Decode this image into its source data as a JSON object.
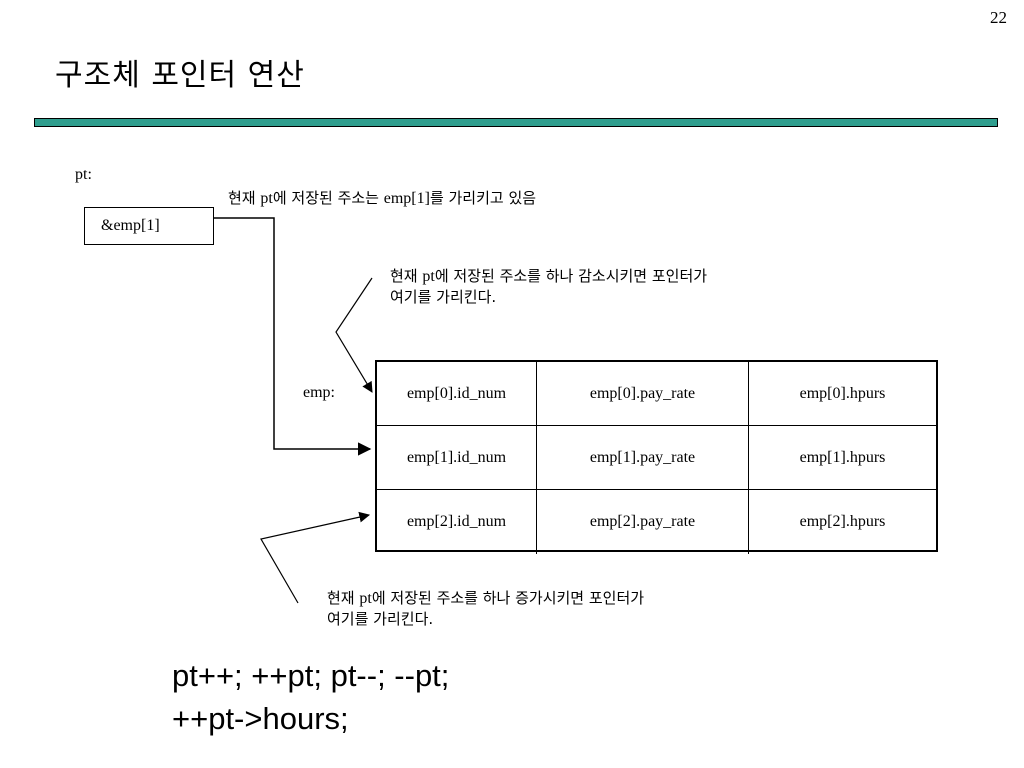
{
  "page_number": "22",
  "title": "구조체 포인터 연산",
  "colors": {
    "rule": "#2f9e8e"
  },
  "pointer": {
    "label": "pt:",
    "value": "&emp[1]"
  },
  "note_top": {
    "prefix": "현재 ",
    "pt": "pt",
    "middle": "에 저장된 주소는 ",
    "emp": "emp[1]",
    "suffix": "를 가리키고 있음"
  },
  "note_decrement": {
    "line1_prefix": "현재 ",
    "pt": "pt",
    "line1_suffix": "에 저장된 주소를 하나 감소시키면 포인터가",
    "line2": "여기를 가리킨다."
  },
  "note_increment": {
    "line1_prefix": "현재 ",
    "pt": "pt",
    "line1_suffix": "에 저장된 주소를 하나 증가시키면 포인터가",
    "line2": "여기를 가리킨다."
  },
  "emp_label": "emp:",
  "emp_rows": [
    [
      "emp[0].id_num",
      "emp[0].pay_rate",
      "emp[0].hpurs"
    ],
    [
      "emp[1].id_num",
      "emp[1].pay_rate",
      "emp[1].hpurs"
    ],
    [
      "emp[2].id_num",
      "emp[2].pay_rate",
      "emp[2].hpurs"
    ]
  ],
  "code": {
    "line1": "pt++; ++pt; pt--; --pt;",
    "line2": "++pt->hours;"
  }
}
